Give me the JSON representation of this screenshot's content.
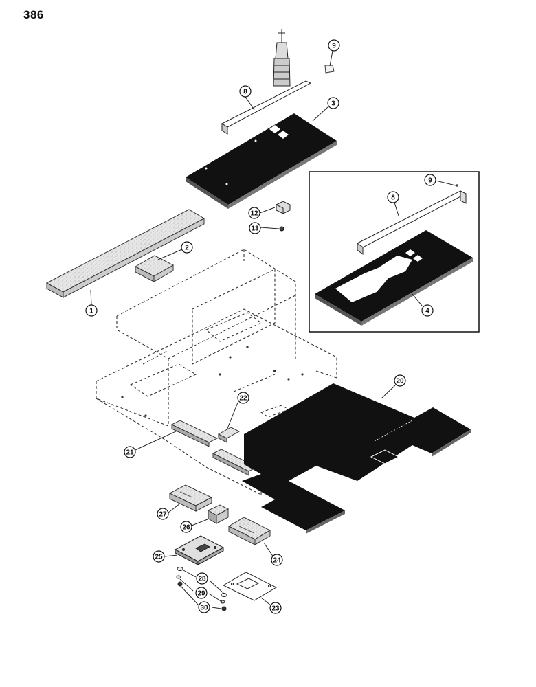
{
  "page": {
    "number": "386"
  },
  "callouts": [
    {
      "id": "c1",
      "label": "1"
    },
    {
      "id": "c2",
      "label": "2"
    },
    {
      "id": "c3",
      "label": "3"
    },
    {
      "id": "c4",
      "label": "4"
    },
    {
      "id": "c8a",
      "label": "8"
    },
    {
      "id": "c8b",
      "label": "8"
    },
    {
      "id": "c9a",
      "label": "9"
    },
    {
      "id": "c9b",
      "label": "9"
    },
    {
      "id": "c12",
      "label": "12"
    },
    {
      "id": "c13",
      "label": "13"
    },
    {
      "id": "c20",
      "label": "20"
    },
    {
      "id": "c21",
      "label": "21"
    },
    {
      "id": "c22",
      "label": "22"
    },
    {
      "id": "c23",
      "label": "23"
    },
    {
      "id": "c24",
      "label": "24"
    },
    {
      "id": "c25",
      "label": "25"
    },
    {
      "id": "c26",
      "label": "26"
    },
    {
      "id": "c27",
      "label": "27"
    },
    {
      "id": "c28",
      "label": "28"
    },
    {
      "id": "c29",
      "label": "29"
    },
    {
      "id": "c30",
      "label": "30"
    }
  ]
}
